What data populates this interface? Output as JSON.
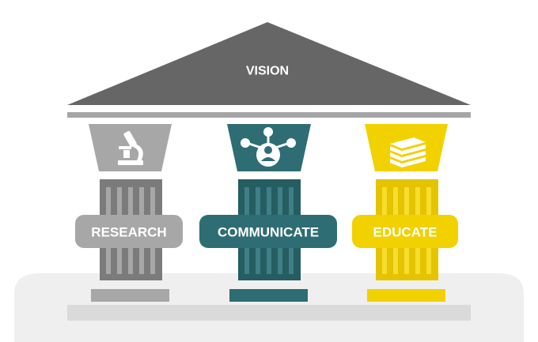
{
  "roof": {
    "label": "VISION",
    "color": "#666666"
  },
  "beam_color": "#a6a6a6",
  "platform_color": "#efefef",
  "base_color": "#dadada",
  "pillars": [
    {
      "label": "RESEARCH",
      "icon": "microscope-icon",
      "color": "#a7a7a7",
      "shaft_color": "#7b7b7b",
      "stripe_color": "#a7a7a7"
    },
    {
      "label": "COMMUNICATE",
      "icon": "network-person-icon",
      "color": "#2e6d73",
      "shaft_color": "#245d62",
      "stripe_color": "#3f7f85"
    },
    {
      "label": "EDUCATE",
      "icon": "books-icon",
      "color": "#f2d100",
      "shaft_color": "#e4c400",
      "stripe_color": "#f7dd2e"
    }
  ]
}
